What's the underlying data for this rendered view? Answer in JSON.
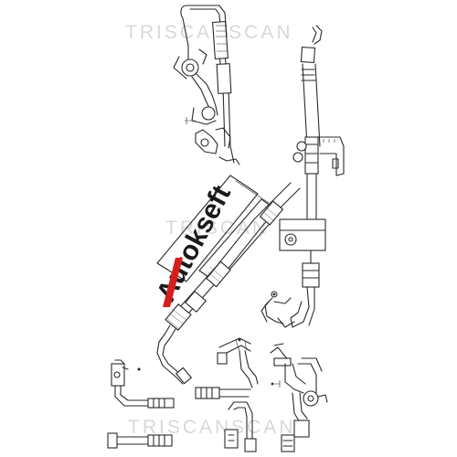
{
  "watermarks": {
    "top": "TRISCANSCAN",
    "middle": "TRISCAN",
    "bottom": "TRISCANSCAN"
  },
  "brand_mark": {
    "text": "Autokseft",
    "colors": {
      "accent_slash": "#d71e1e",
      "letters": "#1a1a1a"
    }
  },
  "colors": {
    "line": "#2a2a2a",
    "background": "#ffffff",
    "watermark": "#d8d8d8"
  }
}
